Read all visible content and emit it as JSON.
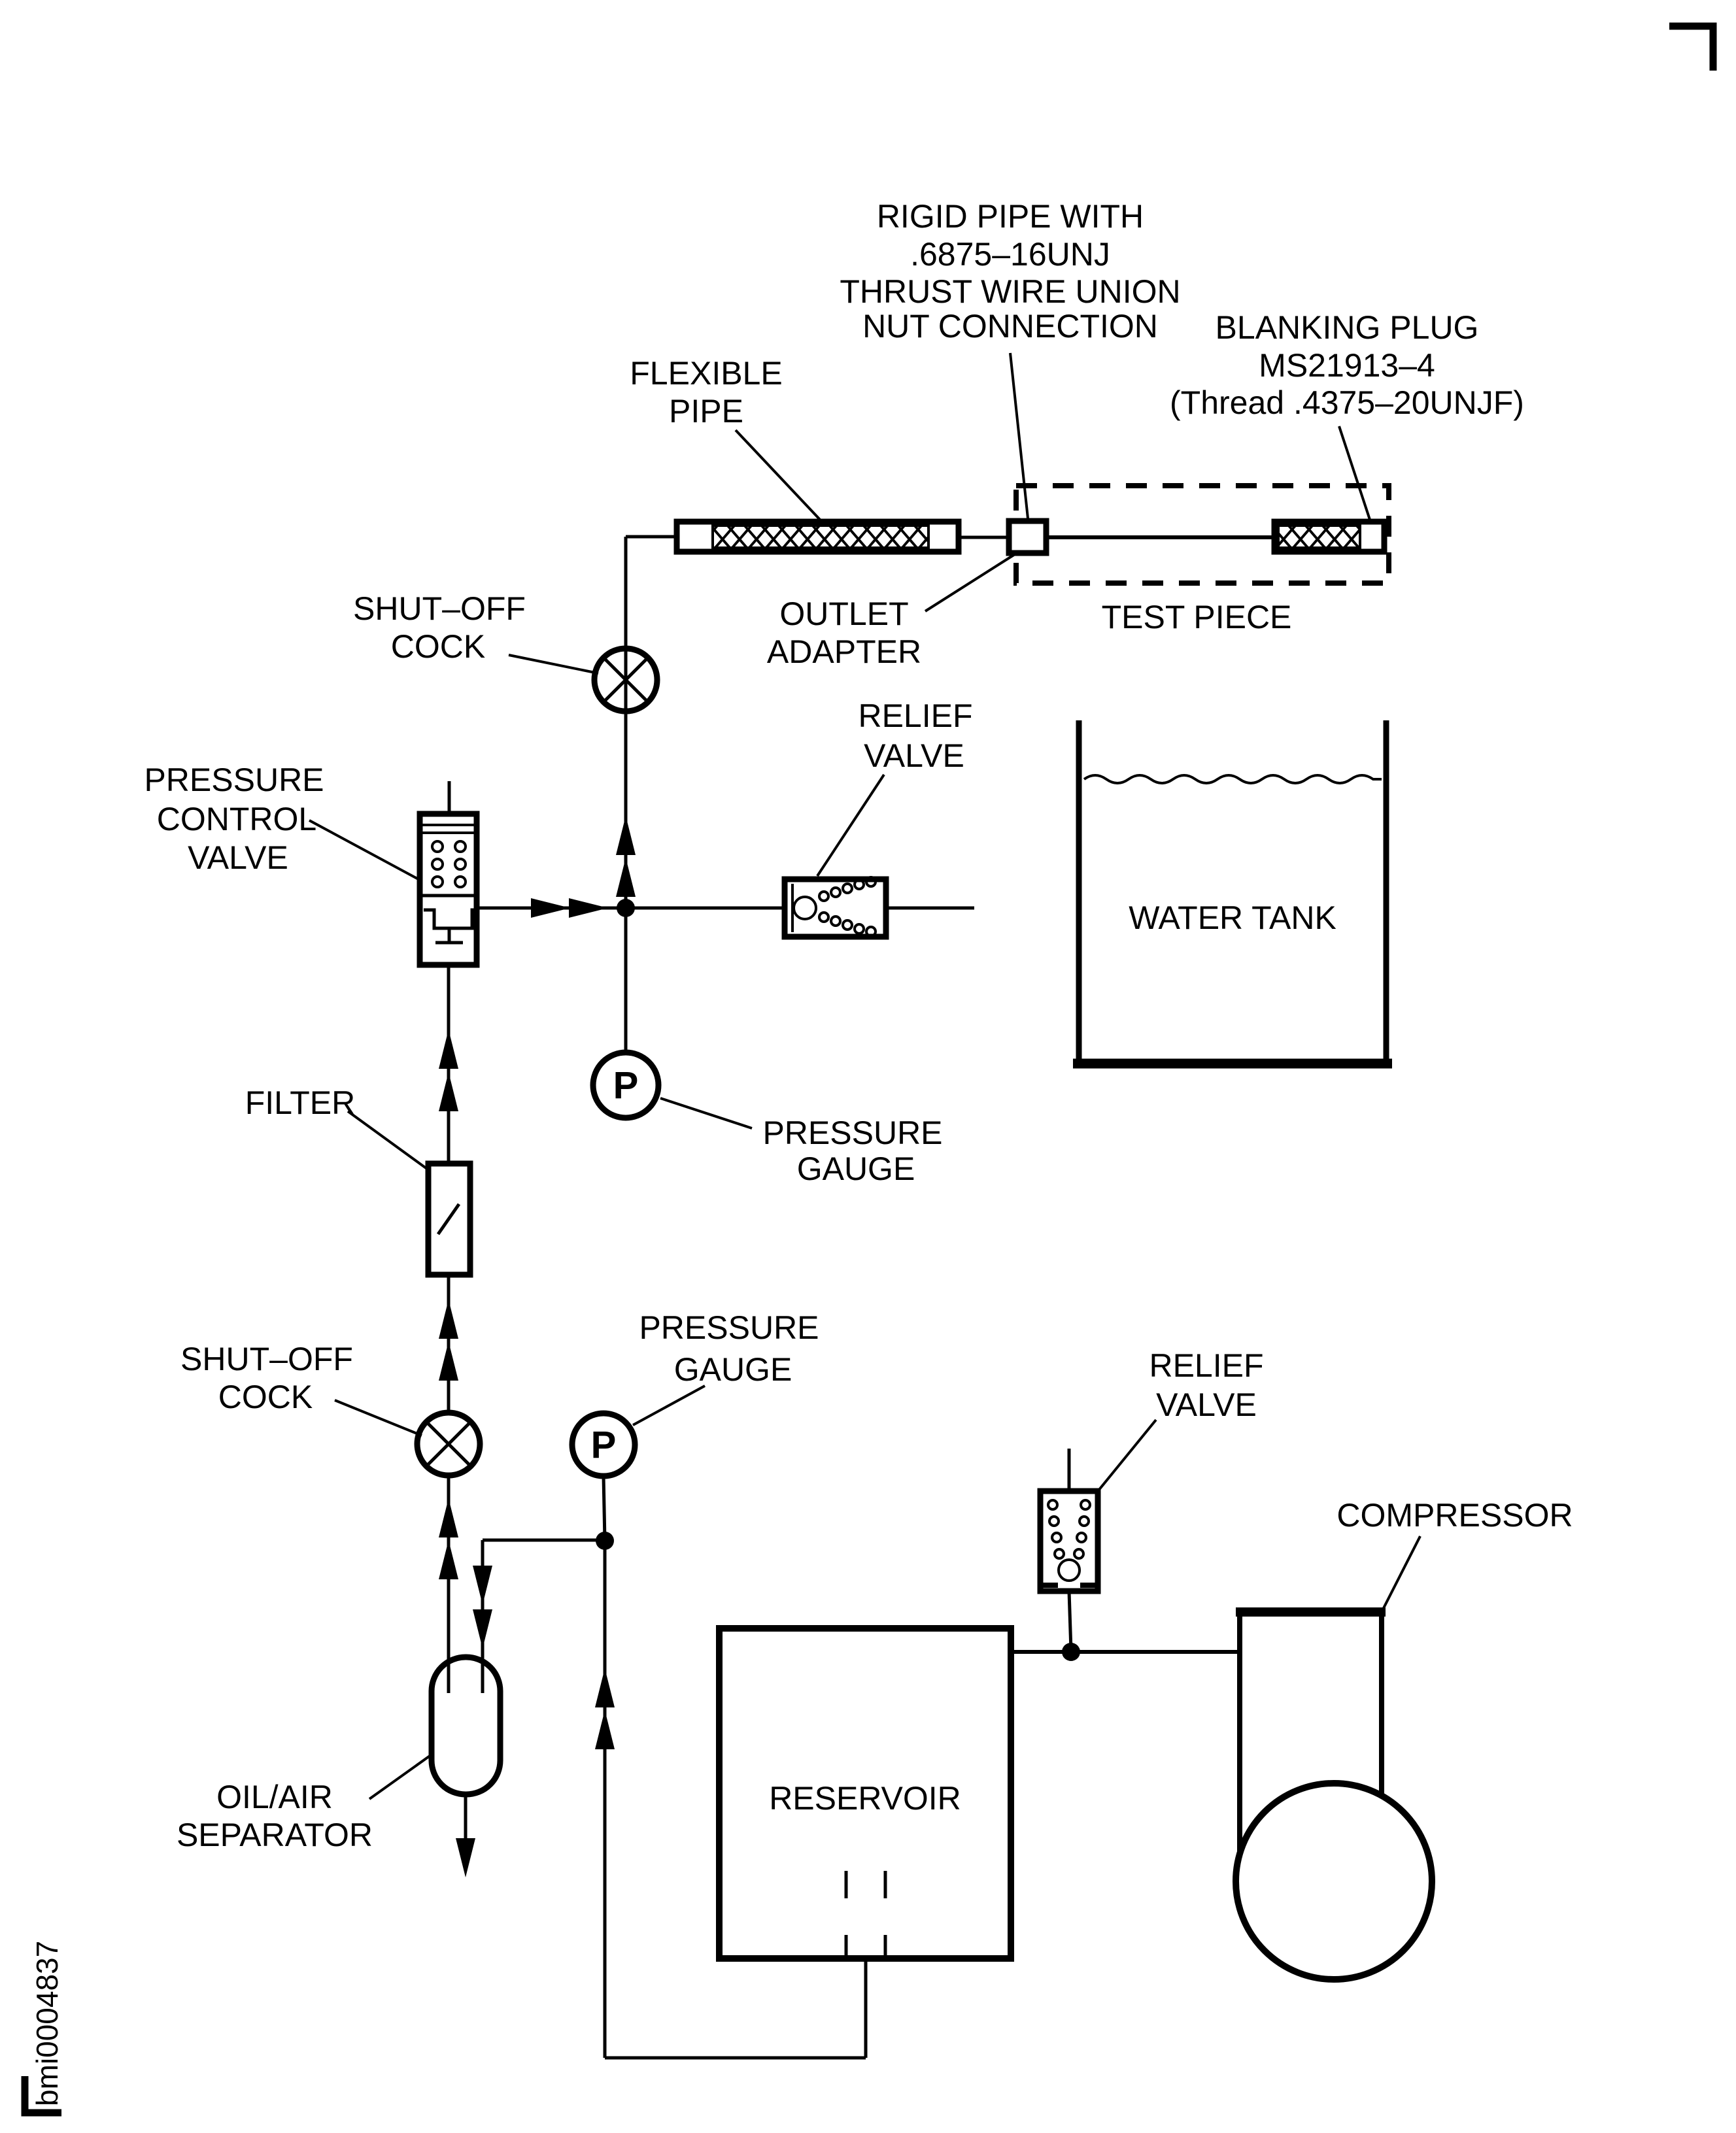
{
  "page": {
    "id_text": "bmi0004837",
    "background_color": "#ffffff",
    "line_color": "#000000"
  },
  "labels": {
    "rigid_pipe": [
      "RIGID PIPE WITH",
      ".6875–16UNJ",
      "THRUST WIRE UNION",
      "NUT CONNECTION"
    ],
    "blanking_plug": [
      "BLANKING PLUG",
      "MS21913–4",
      "(Thread .4375–20UNJF)"
    ],
    "flexible_pipe": [
      "FLEXIBLE",
      "PIPE"
    ],
    "shut_off_cock_upper": [
      "SHUT–OFF",
      "COCK"
    ],
    "outlet_adapter": [
      "OUTLET",
      "ADAPTER"
    ],
    "test_piece": "TEST PIECE",
    "relief_valve_upper": [
      "RELIEF",
      "VALVE"
    ],
    "pressure_control_valve": [
      "PRESSURE",
      "CONTROL",
      "VALVE"
    ],
    "water_tank": "WATER TANK",
    "pressure_gauge_upper": [
      "PRESSURE",
      "GAUGE"
    ],
    "gauge_letter": "P",
    "filter": "FILTER",
    "shut_off_cock_lower": [
      "SHUT–OFF",
      "COCK"
    ],
    "pressure_gauge_lower": [
      "PRESSURE",
      "GAUGE"
    ],
    "relief_valve_lower": [
      "RELIEF",
      "VALVE"
    ],
    "compressor": "COMPRESSOR",
    "reservoir": "RESERVOIR",
    "oil_air_separator": [
      "OIL/AIR",
      "SEPARATOR"
    ]
  }
}
